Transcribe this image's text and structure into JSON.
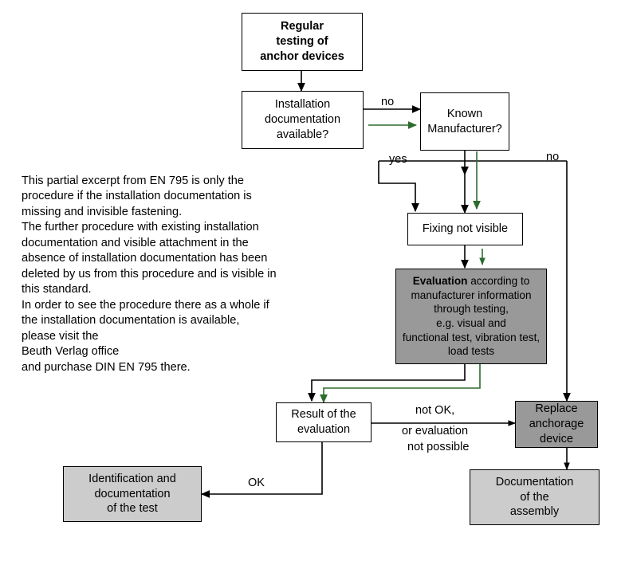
{
  "diagram": {
    "title_note": "Flowchart: Regular testing of anchor devices (partial excerpt from EN 795)",
    "colors": {
      "box_fill_white": "#ffffff",
      "box_fill_gray_dark": "#999999",
      "box_fill_gray_light": "#cccccc",
      "stroke_black": "#000000",
      "stroke_green": "#2e6b2e",
      "background": "#ffffff"
    },
    "nodes": [
      {
        "id": "start",
        "label": "Regular\ntesting of\nanchor devices"
      },
      {
        "id": "install_doc",
        "label": "Installation\ndocumentation\navailable?"
      },
      {
        "id": "known_mfr",
        "label": "Known\nManufacturer?"
      },
      {
        "id": "fixing",
        "label": "Fixing not visible"
      },
      {
        "id": "evaluation_strong",
        "label": "Evaluation"
      },
      {
        "id": "evaluation",
        "label": " according to\nmanufacturer information\nthrough testing,\ne.g. visual and\nfunctional test, vibration test,\nload tests"
      },
      {
        "id": "result",
        "label": "Result of the\nevaluation"
      },
      {
        "id": "replace",
        "label": "Replace\nanchorage\ndevice"
      },
      {
        "id": "doc_assembly",
        "label": "Documentation\nof the\nassembly"
      },
      {
        "id": "identification",
        "label": "Identification and\ndocumentation\nof the test"
      }
    ],
    "edge_labels": {
      "no_top": "no",
      "yes": "yes",
      "no_right": "no",
      "not_ok_line1": "not OK,",
      "not_ok_line2": "or evaluation",
      "not_ok_line3": "not possible",
      "ok": "OK"
    },
    "note_text": "This partial excerpt from EN 795 is only the procedure if the installation documentation is missing and invisible fastening.\nThe further procedure with existing installation documentation and visible attachment in the absence of installation documentation has been deleted by us from this procedure and is visible in this standard.\nIn order to see the procedure there as a whole if the installation documentation is available, please visit the\nBeuth Verlag office\nand purchase DIN EN 795 there."
  }
}
